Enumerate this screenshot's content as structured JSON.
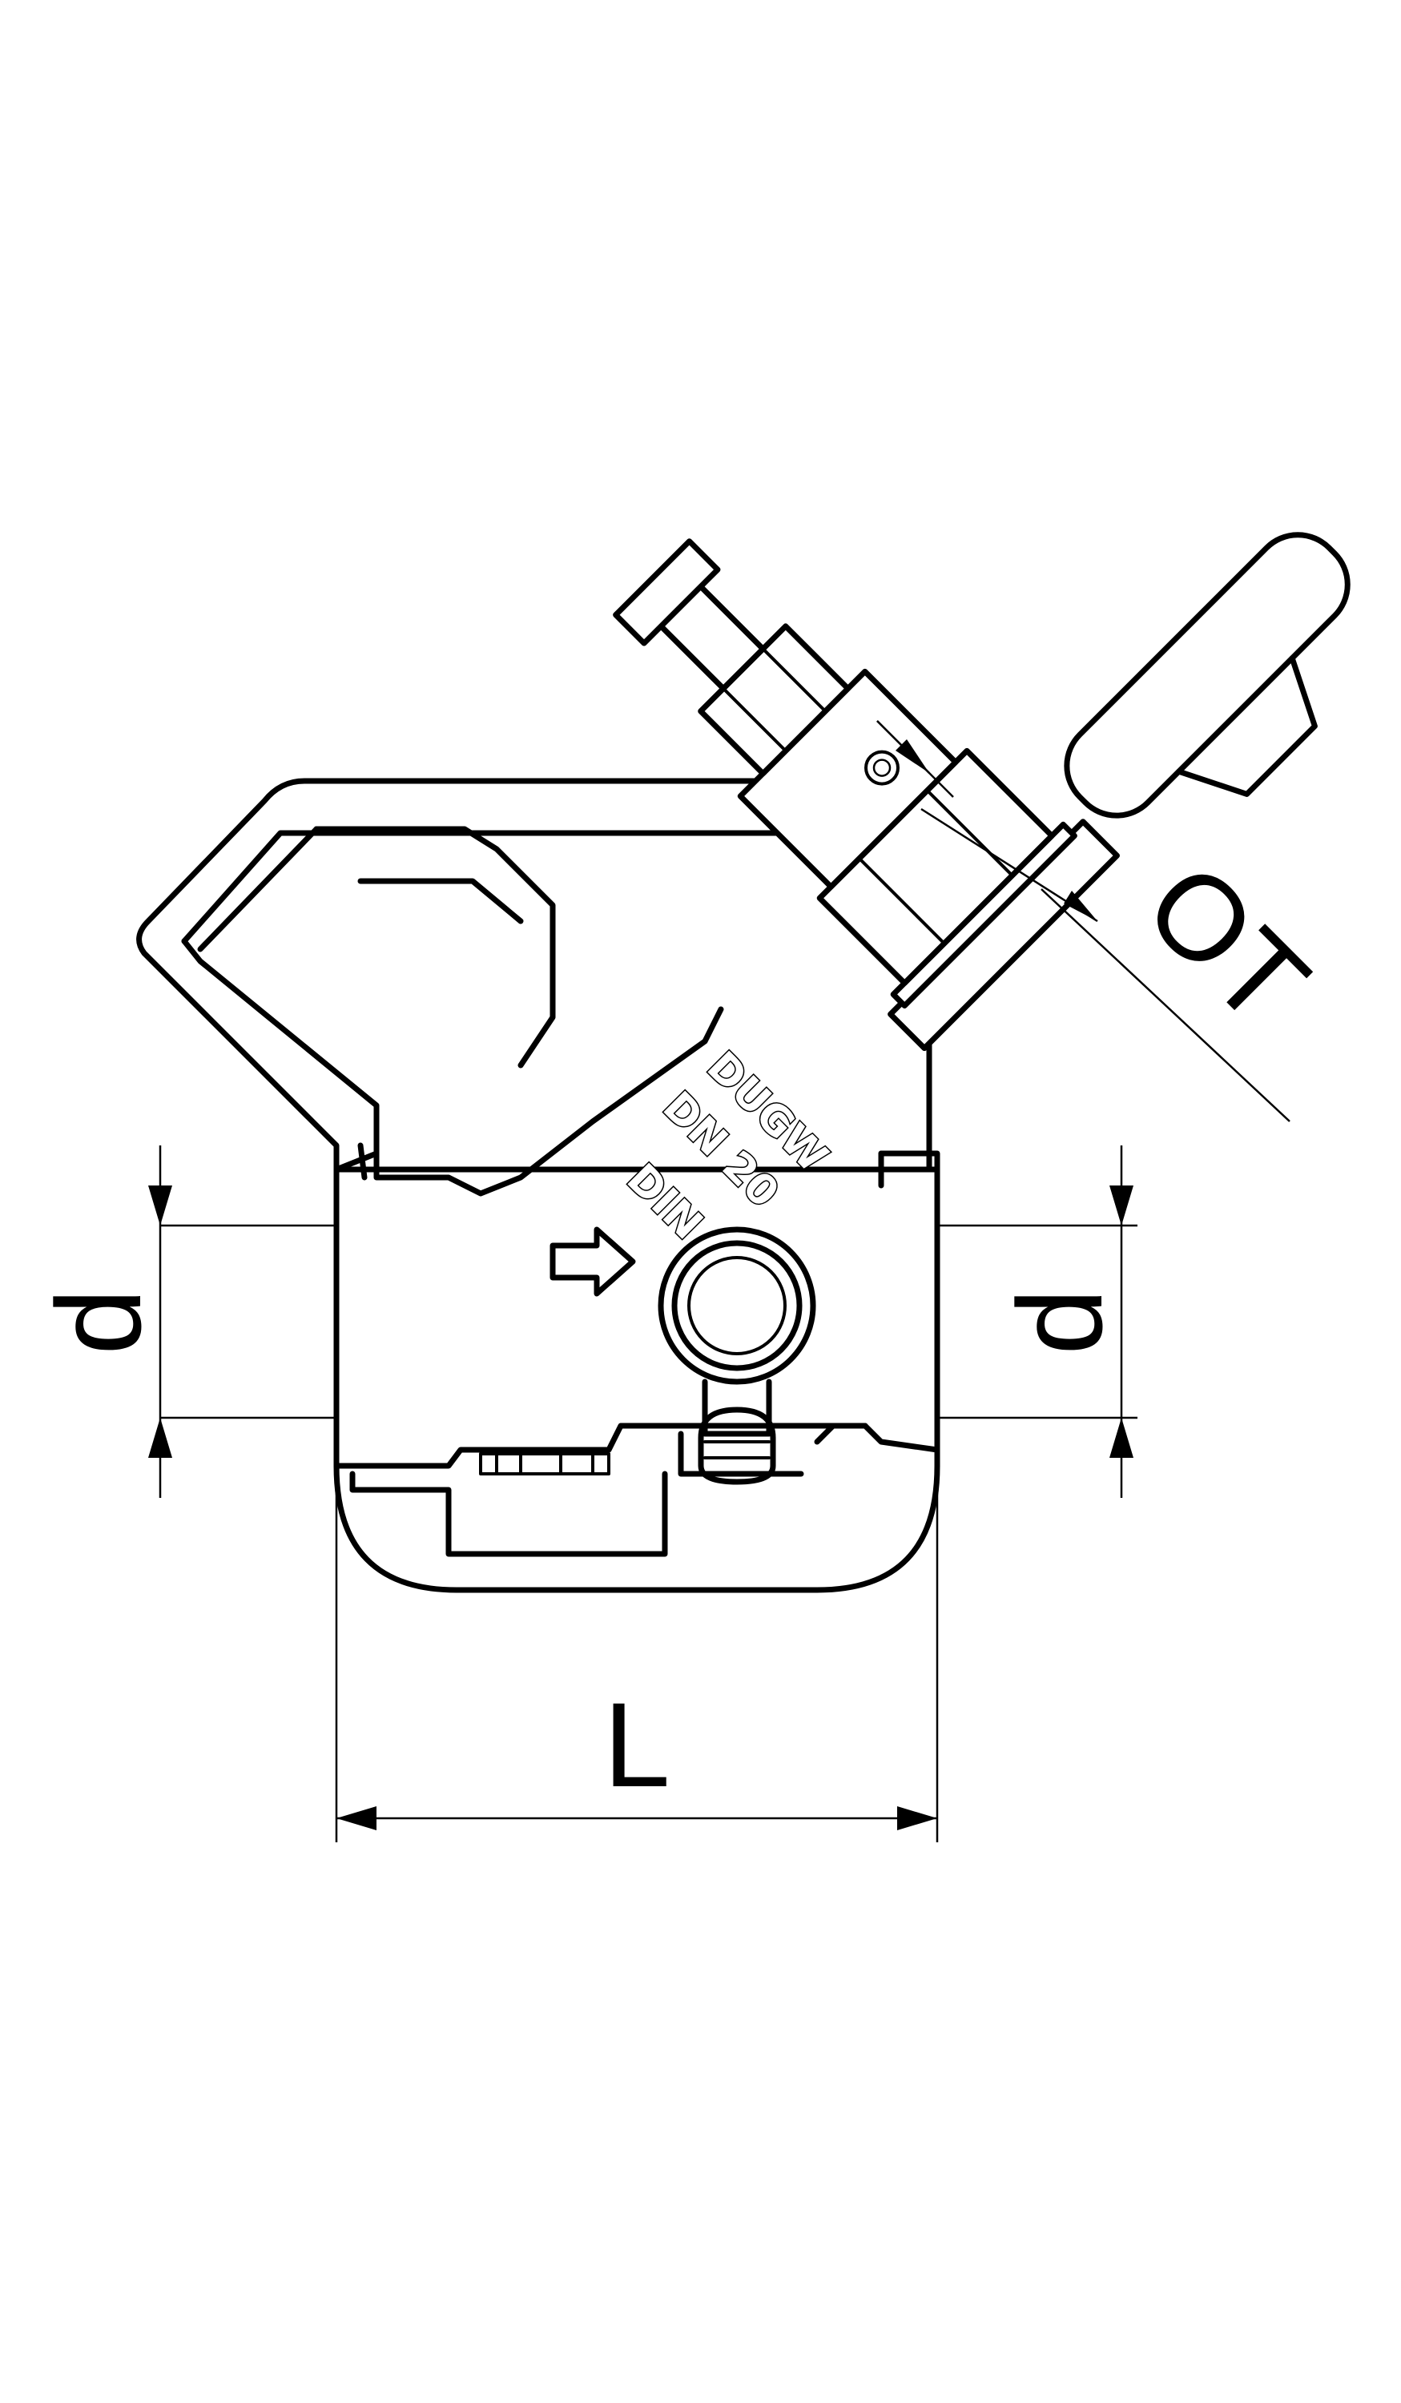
{
  "dimensions": {
    "L": "L",
    "d_left": "d",
    "d_right": "d",
    "OT": "OT"
  },
  "body_markings": {
    "line1": "DUGW",
    "line2": "DN 20",
    "line3": "DIN"
  },
  "colors": {
    "line": "#000000",
    "background": "#ffffff"
  }
}
